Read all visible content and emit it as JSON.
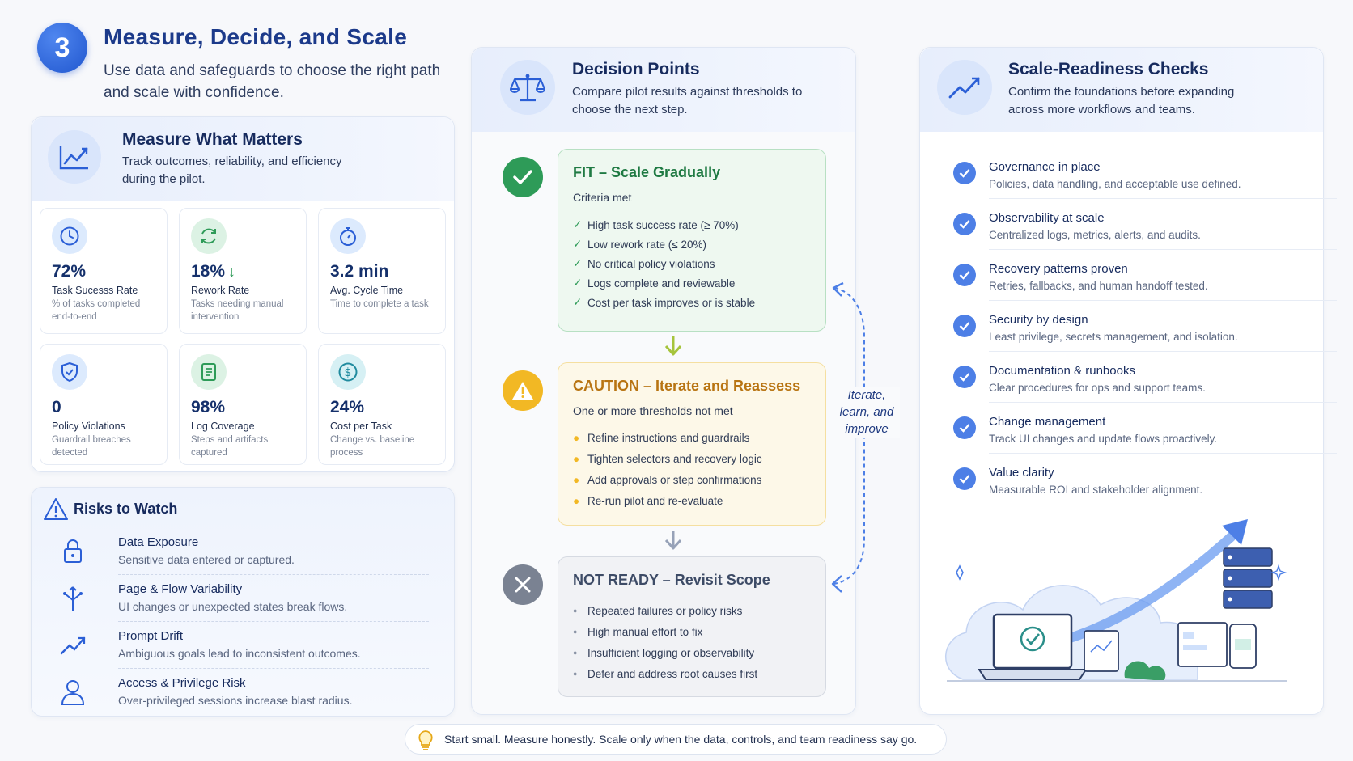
{
  "header": {
    "step": "3",
    "title": "Measure, Decide, and Scale",
    "subtitle": "Use data and safeguards to choose the right path and scale with confidence."
  },
  "measure": {
    "title": "Measure What Matters",
    "subtitle": "Track outcomes, reliability, and efficiency during the pilot.",
    "icon": "line-chart-icon",
    "metrics": [
      {
        "value": "72%",
        "label": "Task Sucesss Rate",
        "desc": "% of tasks completed end-to-end",
        "icon": "clock-icon"
      },
      {
        "value": "18%",
        "label": "Rework Rate",
        "desc": "Tasks needing manual intervention",
        "icon": "refresh-icon"
      },
      {
        "value": "3.2 min",
        "label": "Avg. Cycle Time",
        "desc": "Time to complete a task",
        "icon": "stopwatch-icon"
      },
      {
        "value": "0",
        "label": "Policy Violations",
        "desc": "Guardrail breaches detected",
        "icon": "shield-icon"
      },
      {
        "value": "98%",
        "label": "Log Coverage",
        "desc": "Steps and artifacts captured",
        "icon": "document-icon"
      },
      {
        "value": "24%",
        "label": "Cost per Task",
        "desc": "Change vs. baseline process",
        "icon": "dollar-icon"
      }
    ]
  },
  "risks": {
    "title": "Risks to Watch",
    "items": [
      {
        "title": "Data Exposure",
        "desc": "Sensitive data entered or captured.",
        "icon": "lock-icon"
      },
      {
        "title": "Page & Flow Variability",
        "desc": "UI changes or unexpected states break flows.",
        "icon": "branch-icon"
      },
      {
        "title": "Prompt Drift",
        "desc": "Ambiguous goals lead to inconsistent outcomes.",
        "icon": "trend-icon"
      },
      {
        "title": "Access & Privilege Risk",
        "desc": "Over-privileged sessions increase blast radius.",
        "icon": "user-icon"
      }
    ]
  },
  "decision": {
    "title": "Decision Points",
    "subtitle": "Compare pilot results against thresholds to choose the next step.",
    "icon": "scales-icon",
    "fit": {
      "title": "FIT – Scale Gradually",
      "status": "Criteria met",
      "items": [
        "High task success rate (≥ 70%)",
        "Low rework rate (≤ 20%)",
        "No critical policy violations",
        "Logs complete and reviewable",
        "Cost per task improves or is stable"
      ]
    },
    "caution": {
      "title": "CAUTION – Iterate and Reassess",
      "status": "One or more thresholds not met",
      "items": [
        "Refine instructions and guardrails",
        "Tighten selectors and recovery logic",
        "Add approvals or step confirmations",
        "Re-run pilot and re-evaluate"
      ]
    },
    "notready": {
      "title": "NOT READY – Revisit Scope",
      "items": [
        "Repeated failures or policy risks",
        "High manual effort to fix",
        "Insufficient logging or observability",
        "Defer and address root causes first"
      ]
    },
    "loop_label": "Iterate, learn, and improve",
    "colors": {
      "fit": "#2e9b58",
      "caution": "#f2b824",
      "notready": "#7a8292"
    }
  },
  "readiness": {
    "title": "Scale-Readiness Checks",
    "subtitle": "Confirm the foundations before expanding across more workflows and teams.",
    "icon": "trend-up-icon",
    "items": [
      {
        "title": "Governance in place",
        "desc": "Policies, data handling, and acceptable use defined."
      },
      {
        "title": "Observability at scale",
        "desc": "Centralized logs, metrics, alerts, and audits."
      },
      {
        "title": "Recovery patterns proven",
        "desc": "Retries, fallbacks, and human handoff tested."
      },
      {
        "title": "Security by design",
        "desc": "Least privilege, secrets management, and isolation."
      },
      {
        "title": "Documentation & runbooks",
        "desc": "Clear procedures for ops and support teams."
      },
      {
        "title": "Change management",
        "desc": "Track UI changes and update flows proactively."
      },
      {
        "title": "Value clarity",
        "desc": "Measurable ROI and stakeholder alignment."
      }
    ]
  },
  "footer": {
    "text": "Start small. Measure honestly. Scale only when the data, controls, and team readiness say go.",
    "icon": "lightbulb-icon"
  },
  "accent": "#2b5fd6"
}
